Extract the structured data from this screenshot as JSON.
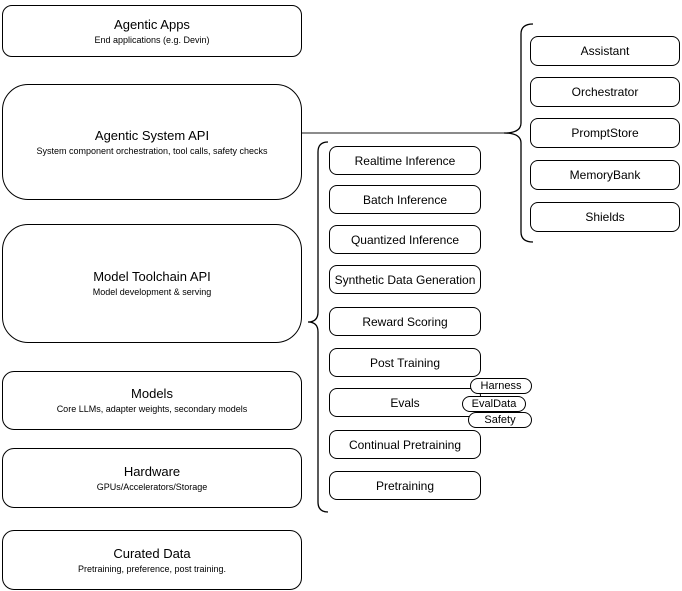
{
  "left_stack": [
    {
      "title": "Agentic Apps",
      "subtitle": "End applications (e.g. Devin)"
    },
    {
      "title": "Agentic System API",
      "subtitle": "System component orchestration, tool calls, safety checks"
    },
    {
      "title": "Model Toolchain API",
      "subtitle": "Model development & serving"
    },
    {
      "title": "Models",
      "subtitle": "Core LLMs, adapter weights, secondary models"
    },
    {
      "title": "Hardware",
      "subtitle": "GPUs/Accelerators/Storage"
    },
    {
      "title": "Curated Data",
      "subtitle": "Pretraining, preference, post training."
    }
  ],
  "middle_stack": [
    {
      "label": "Realtime Inference"
    },
    {
      "label": "Batch Inference"
    },
    {
      "label": "Quantized Inference"
    },
    {
      "label": "Synthetic Data Generation"
    },
    {
      "label": "Reward Scoring"
    },
    {
      "label": "Post Training"
    },
    {
      "label": "Evals"
    },
    {
      "label": "Continual Pretraining"
    },
    {
      "label": "Pretraining"
    }
  ],
  "evals_tags": [
    {
      "label": "Harness"
    },
    {
      "label": "EvalData"
    },
    {
      "label": "Safety"
    }
  ],
  "right_stack": [
    {
      "label": "Assistant"
    },
    {
      "label": "Orchestrator"
    },
    {
      "label": "PromptStore"
    },
    {
      "label": "MemoryBank"
    },
    {
      "label": "Shields"
    }
  ],
  "colors": {
    "stroke": "#000000",
    "fill": "#ffffff",
    "connector": "#666666"
  }
}
